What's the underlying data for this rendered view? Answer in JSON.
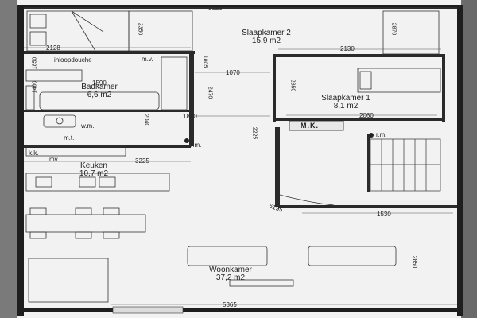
{
  "rooms": {
    "slaapkamer2": {
      "name": "Slaapkamer 2",
      "area": "15,9 m2"
    },
    "slaapkamer1": {
      "name": "Slaapkamer 1",
      "area": "8,1 m2"
    },
    "badkamer": {
      "name": "Badkamer",
      "area": "6,6 m2"
    },
    "keuken": {
      "name": "Keuken",
      "area": "10,7 m2"
    },
    "woonkamer": {
      "name": "Woonkamer",
      "area": "37,2 m2"
    }
  },
  "labels": {
    "inloopdouche": "inloopdouche",
    "mv": "m.v.",
    "mv_short": "mv",
    "wm": "w.m.",
    "mt": "m.t.",
    "kk": "k.k.",
    "rm": "r.m.",
    "mk": "M.K."
  },
  "dimensions": {
    "top": "5320",
    "slaapkamer2_left": "2128",
    "slaapkamer2_right": "2130",
    "bad_width": "1590",
    "hall_width": "1070",
    "hall_length": "1870",
    "sk1_width": "2060",
    "keuken_width": "3225",
    "woon_right": "1530",
    "bottom": "5365",
    "v_sk2_left": "2350",
    "v_sk2_right": "2870",
    "v_sk1": "2850",
    "v_hall_a": "2470",
    "v_hall_b": "2040",
    "v_mk": "2225",
    "v_woon_right": "2850",
    "v_bad_left": "1400",
    "v_bad_mid": "1805",
    "v_bad_top": "1850",
    "diag": "5195"
  }
}
